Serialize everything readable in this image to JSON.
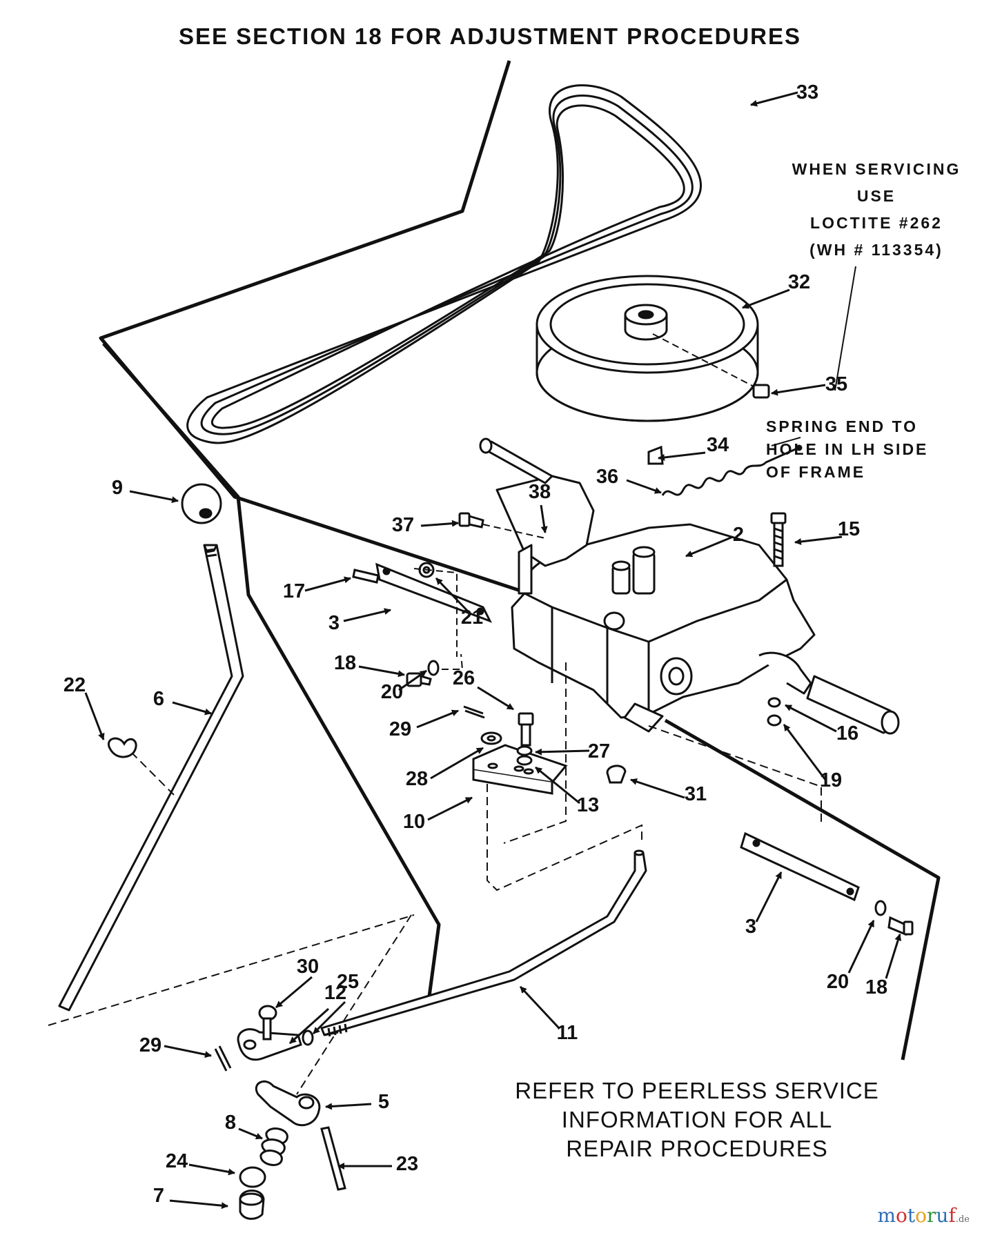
{
  "header": {
    "text": "SEE SECTION 18 FOR ADJUSTMENT PROCEDURES"
  },
  "notes": {
    "loctite": [
      "WHEN SERVICING",
      "USE",
      "LOCTITE #262",
      "(WH # 113354)"
    ],
    "spring": [
      "SPRING END TO",
      "HOLE IN LH SIDE",
      "OF FRAME"
    ],
    "refer": [
      "REFER TO PEERLESS SERVICE",
      "INFORMATION FOR ALL",
      "REPAIR PROCEDURES"
    ]
  },
  "callouts": [
    {
      "id": "c33",
      "text": "33"
    },
    {
      "id": "c32",
      "text": "32"
    },
    {
      "id": "c35",
      "text": "35"
    },
    {
      "id": "c34",
      "text": "34"
    },
    {
      "id": "c36",
      "text": "36"
    },
    {
      "id": "c9",
      "text": "9"
    },
    {
      "id": "c38",
      "text": "38"
    },
    {
      "id": "c37",
      "text": "37"
    },
    {
      "id": "c2",
      "text": "2"
    },
    {
      "id": "c15",
      "text": "15"
    },
    {
      "id": "c17",
      "text": "17"
    },
    {
      "id": "c21",
      "text": "21"
    },
    {
      "id": "c3a",
      "text": "3"
    },
    {
      "id": "c18a",
      "text": "18"
    },
    {
      "id": "c20a",
      "text": "20"
    },
    {
      "id": "c26",
      "text": "26"
    },
    {
      "id": "c22",
      "text": "22"
    },
    {
      "id": "c6",
      "text": "6"
    },
    {
      "id": "c29a",
      "text": "29"
    },
    {
      "id": "c27",
      "text": "27"
    },
    {
      "id": "c16",
      "text": "16"
    },
    {
      "id": "c28",
      "text": "28"
    },
    {
      "id": "c13",
      "text": "13"
    },
    {
      "id": "c19",
      "text": "19"
    },
    {
      "id": "c31",
      "text": "31"
    },
    {
      "id": "c10",
      "text": "10"
    },
    {
      "id": "c3b",
      "text": "3"
    },
    {
      "id": "c20b",
      "text": "20"
    },
    {
      "id": "c18b",
      "text": "18"
    },
    {
      "id": "c30",
      "text": "30"
    },
    {
      "id": "c12",
      "text": "12"
    },
    {
      "id": "c25",
      "text": "25"
    },
    {
      "id": "c11",
      "text": "11"
    },
    {
      "id": "c29b",
      "text": "29"
    },
    {
      "id": "c5",
      "text": "5"
    },
    {
      "id": "c8",
      "text": "8"
    },
    {
      "id": "c23",
      "text": "23"
    },
    {
      "id": "c24",
      "text": "24"
    },
    {
      "id": "c7",
      "text": "7"
    }
  ],
  "watermark": {
    "m": "m",
    "o1": "o",
    "t": "t",
    "o2": "o",
    "r": "r",
    "u": "u",
    "f": "f",
    "tld": ".de"
  },
  "colors": {
    "ink": "#111111",
    "paper": "#ffffff"
  }
}
